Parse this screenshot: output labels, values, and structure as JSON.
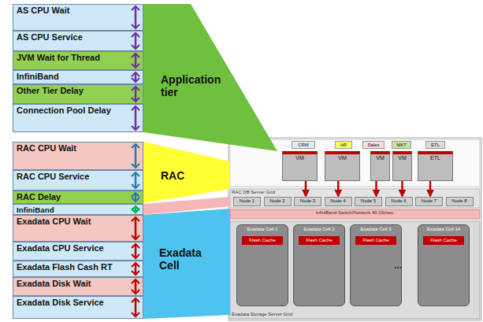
{
  "diagram": {
    "nodes": [
      {
        "text": [
          "AS CPU Wait"
        ]
      },
      {
        "text": [
          "AS CPU Service"
        ]
      },
      {
        "text": [
          "JVM Wait for Thread"
        ]
      },
      {
        "text": [
          "InfiniBand"
        ]
      },
      {
        "text": [
          "Other Tier Delay"
        ]
      },
      {
        "text": [
          "Connection Pool Delay"
        ]
      },
      {
        "text": [
          "RAC CPU Wait"
        ]
      },
      {
        "text": [
          "RAC CPU Service"
        ]
      },
      {
        "text": [
          "RAC Delay"
        ]
      },
      {
        "text": [
          "InfiniBand"
        ]
      },
      {
        "text": [
          "Exadata CPU Wait"
        ]
      },
      {
        "text": [
          "Exadata CPU Service"
        ]
      },
      {
        "text": [
          "Exadata Flash Cash RT"
        ]
      },
      {
        "text": [
          "Exadata Disk Wait"
        ]
      },
      {
        "text": [
          "Exadata Disk Service"
        ]
      },
      {
        "text": [
          "Application tier"
        ]
      },
      {
        "text": [
          "RAC"
        ]
      },
      {
        "text": [
          "Exadata Cell"
        ]
      },
      {
        "text": [
          "CRM"
        ]
      },
      {
        "text": [
          "HR"
        ]
      },
      {
        "text": [
          "Sales"
        ]
      },
      {
        "text": [
          "MKT"
        ]
      },
      {
        "text": [
          "ETL"
        ]
      },
      {
        "text": [
          "VM"
        ]
      },
      {
        "text": [
          "VM"
        ]
      },
      {
        "text": [
          "VM"
        ]
      },
      {
        "text": [
          "VM"
        ]
      },
      {
        "text": [
          "ETL"
        ]
      },
      {
        "text": [
          "Node 1"
        ]
      },
      {
        "text": [
          "Node 2"
        ]
      },
      {
        "text": [
          "Node 3"
        ]
      },
      {
        "text": [
          "Node 4"
        ]
      },
      {
        "text": [
          "Node 5"
        ]
      },
      {
        "text": [
          "Node 6"
        ]
      },
      {
        "text": [
          "Node 7"
        ]
      },
      {
        "text": [
          "Node 8"
        ]
      },
      {
        "text": [
          "Exadata Cell 1",
          "Flash Cache"
        ]
      },
      {
        "text": [
          "Exadata Cell 2",
          "Flash Cache"
        ]
      },
      {
        "text": [
          "Exadata Cell 3",
          "Flash Cache"
        ]
      },
      {
        "text": [
          "Exadata Cell 14",
          "Flash Cache"
        ]
      }
    ],
    "edges": [
      {
        "from": 23,
        "to": 30,
        "arrow": "to"
      },
      {
        "from": 24,
        "to": 31,
        "arrow": "to"
      },
      {
        "from": 25,
        "to": 32,
        "arrow": "to"
      },
      {
        "from": 26,
        "to": 33,
        "arrow": "to"
      },
      {
        "from": 27,
        "to": 34,
        "arrow": "to"
      }
    ],
    "labels": [
      "RAC DB Server Grid",
      "InfiniBand Switch/Network 40 Gb/sec",
      "...",
      "Exadata Storage Server Grid"
    ]
  }
}
